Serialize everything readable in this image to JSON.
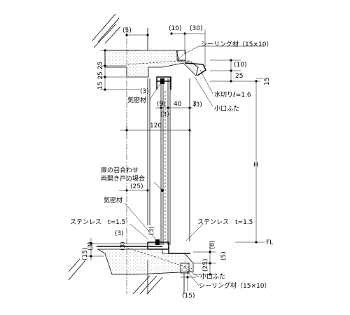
{
  "labels": {
    "dim_5_top": "(5)",
    "dim_10_top": "(10)",
    "dim_30_top": "(30)",
    "sealing_top": "シーリング材（15×10）",
    "dim_10_right": "(10)",
    "dim_25_right": "25",
    "dim_15_right": "15",
    "left_dims_top": "15 25 25",
    "dim_3_a": "(3)",
    "airtight_top": "気密材",
    "mizukiri": "水切りℓ=1.6",
    "dim_3_b": "(3)",
    "dim_9": "(9)",
    "dim_40": "40",
    "dim_3_c": "3",
    "dim_3_d": "(3)",
    "koguchi_top": "小口ふた",
    "dim_120": "120",
    "door_note_1": "扉の召合わせ",
    "door_note_2": "両開き戸の場合",
    "dim_H": "H",
    "dim_25_bot": "(25)",
    "airtight_bot": "気密材",
    "stainless_left": "ステンレス　t=1.5",
    "stainless_right": "ステンレス　t=1.5",
    "dim_3_e": "(3)",
    "dim_3_f": "(3)",
    "dim_3_g": "(3)",
    "dim_3_h": "(3)",
    "dim_15_left": "(15)",
    "fl": "FL",
    "dim_6": "(6)",
    "dim_25_r": "(25)",
    "dim_5_r": "(5)",
    "koguchi_bot": "小口ふた",
    "sealing_bot": "シーリング材（15×10）",
    "dim_15_bot": "(15)"
  }
}
